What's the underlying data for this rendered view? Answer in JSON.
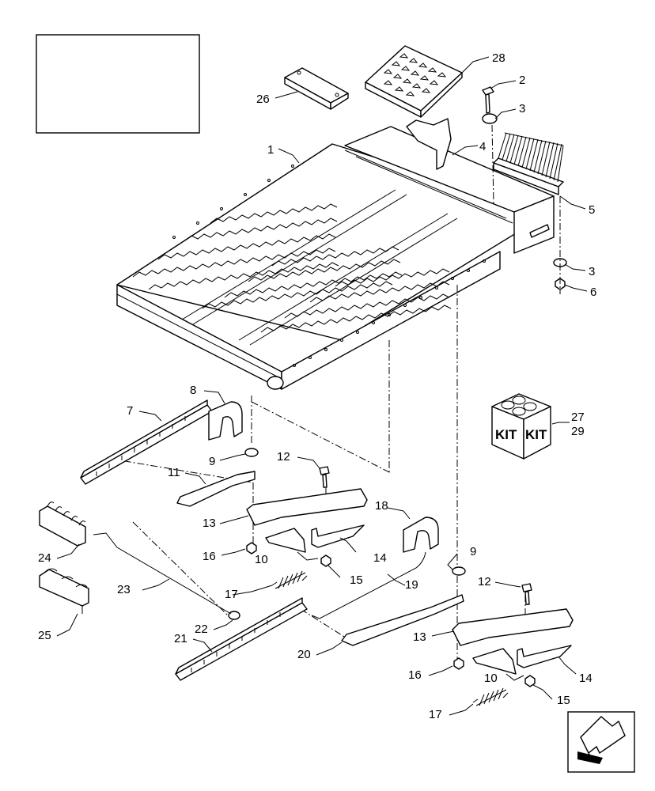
{
  "callouts": [
    {
      "id": "c1",
      "label": "1"
    },
    {
      "id": "c2",
      "label": "2"
    },
    {
      "id": "c3a",
      "label": "3"
    },
    {
      "id": "c3b",
      "label": "3"
    },
    {
      "id": "c4",
      "label": "4"
    },
    {
      "id": "c5",
      "label": "5"
    },
    {
      "id": "c6",
      "label": "6"
    },
    {
      "id": "c7",
      "label": "7"
    },
    {
      "id": "c8",
      "label": "8"
    },
    {
      "id": "c9a",
      "label": "9"
    },
    {
      "id": "c9b",
      "label": "9"
    },
    {
      "id": "c10a",
      "label": "10"
    },
    {
      "id": "c10b",
      "label": "10"
    },
    {
      "id": "c11",
      "label": "11"
    },
    {
      "id": "c12a",
      "label": "12"
    },
    {
      "id": "c12b",
      "label": "12"
    },
    {
      "id": "c13a",
      "label": "13"
    },
    {
      "id": "c13b",
      "label": "13"
    },
    {
      "id": "c14a",
      "label": "14"
    },
    {
      "id": "c14b",
      "label": "14"
    },
    {
      "id": "c15a",
      "label": "15"
    },
    {
      "id": "c15b",
      "label": "15"
    },
    {
      "id": "c16a",
      "label": "16"
    },
    {
      "id": "c16b",
      "label": "16"
    },
    {
      "id": "c17a",
      "label": "17"
    },
    {
      "id": "c17b",
      "label": "17"
    },
    {
      "id": "c18",
      "label": "18"
    },
    {
      "id": "c19",
      "label": "19"
    },
    {
      "id": "c20",
      "label": "20"
    },
    {
      "id": "c21",
      "label": "21"
    },
    {
      "id": "c22",
      "label": "22"
    },
    {
      "id": "c23",
      "label": "23"
    },
    {
      "id": "c24",
      "label": "24"
    },
    {
      "id": "c25",
      "label": "25"
    },
    {
      "id": "c26",
      "label": "26"
    },
    {
      "id": "c27",
      "label": "27"
    },
    {
      "id": "c28",
      "label": "28"
    },
    {
      "id": "c29",
      "label": "29"
    }
  ],
  "kit": {
    "left_label": "KIT",
    "right_label": "KIT"
  },
  "icons": {
    "nav": "back-arrow-icon"
  }
}
